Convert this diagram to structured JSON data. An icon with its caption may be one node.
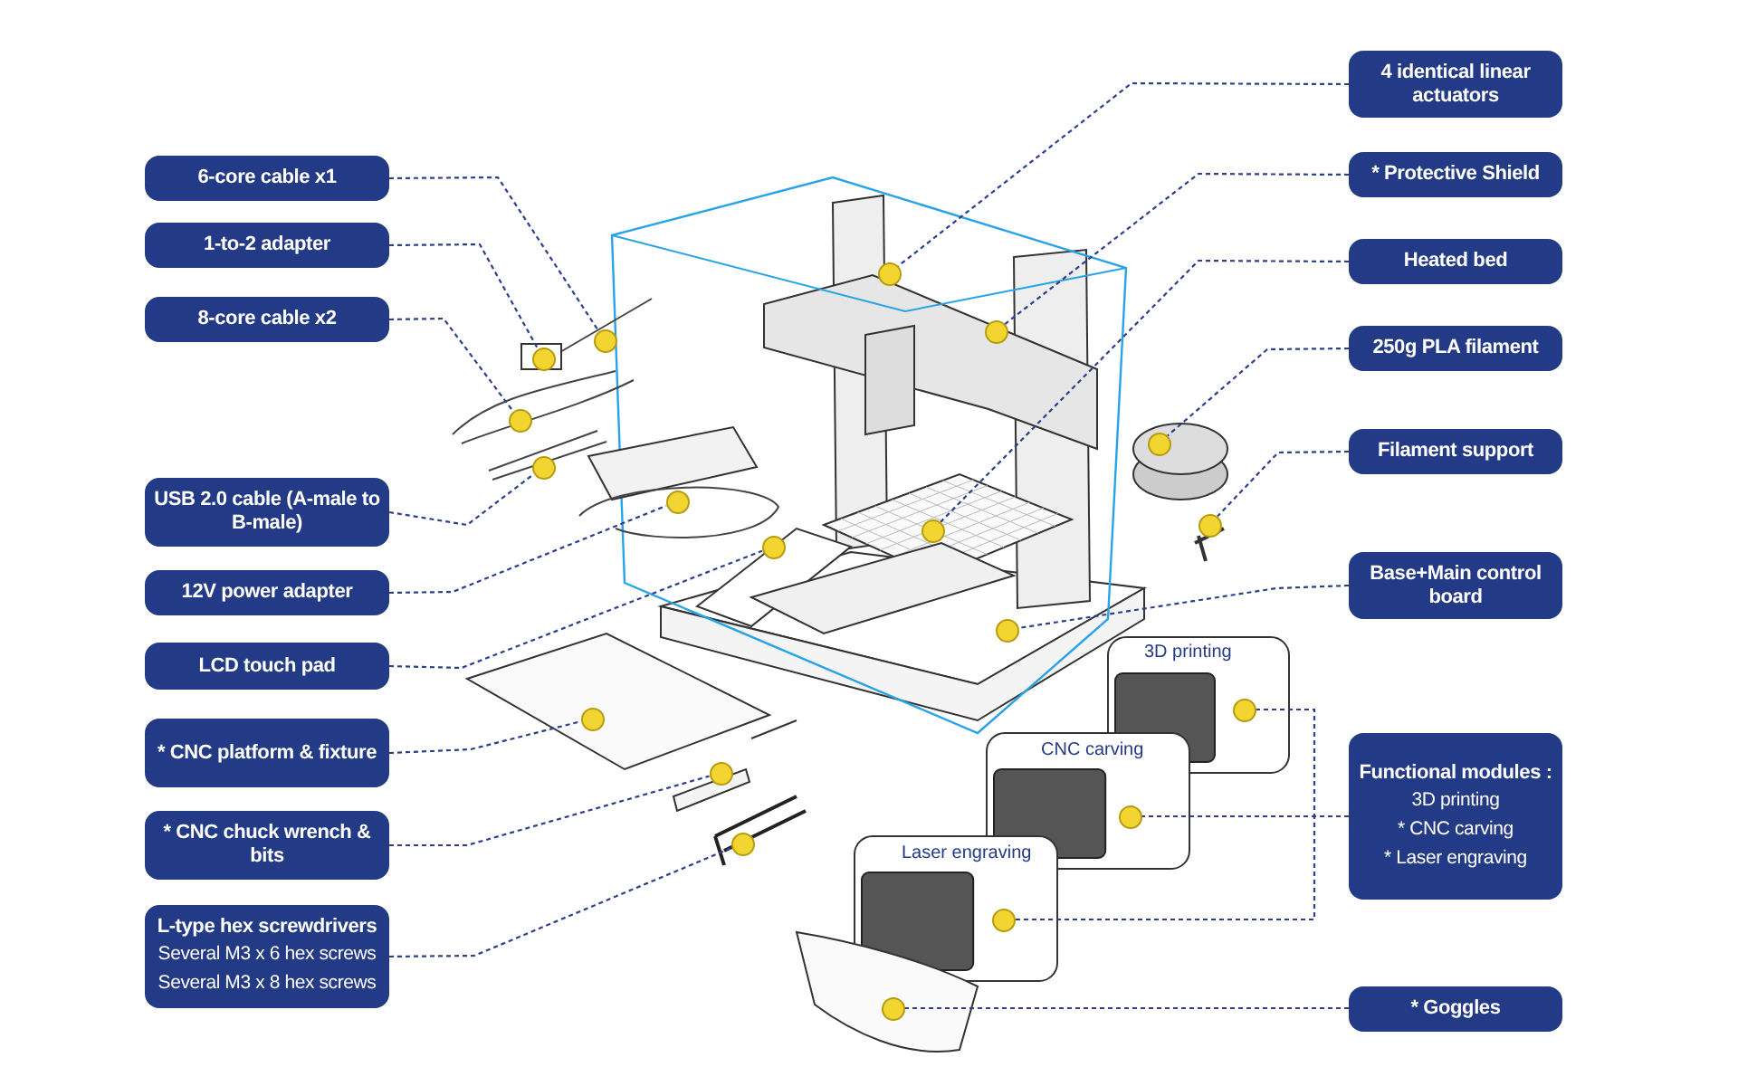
{
  "diagram": {
    "nodes": [
      {
        "text": [
          "6-core cable x1"
        ]
      },
      {
        "text": [
          "1-to-2 adapter"
        ]
      },
      {
        "text": [
          "8-core cable x2"
        ]
      },
      {
        "text": [
          "USB 2.0 cable (A-male to B-male)"
        ]
      },
      {
        "text": [
          "12V power adapter"
        ]
      },
      {
        "text": [
          "LCD touch pad"
        ]
      },
      {
        "text": [
          "* CNC platform & fixture"
        ]
      },
      {
        "text": [
          "* CNC chuck wrench & bits"
        ]
      },
      {
        "text": [
          "L-type hex screwdrivers",
          "Several M3 x 6 hex screws",
          "Several M3 x 8 hex screws"
        ]
      },
      {
        "text": [
          "4 identical linear actuators"
        ]
      },
      {
        "text": [
          "* Protective Shield"
        ]
      },
      {
        "text": [
          "Heated bed"
        ]
      },
      {
        "text": [
          "250g PLA filament"
        ]
      },
      {
        "text": [
          "Filament support"
        ]
      },
      {
        "text": [
          "Base+Main control board"
        ]
      },
      {
        "text": [
          "Functional modules :",
          "3D printing",
          "* CNC carving",
          "* Laser engraving"
        ]
      },
      {
        "text": [
          "* Goggles"
        ]
      },
      {
        "text": [],
        "shape": "circle"
      },
      {
        "text": [],
        "shape": "circle"
      },
      {
        "text": [],
        "shape": "circle"
      },
      {
        "text": [],
        "shape": "circle"
      },
      {
        "text": [],
        "shape": "circle"
      },
      {
        "text": [],
        "shape": "circle"
      },
      {
        "text": [],
        "shape": "circle"
      },
      {
        "text": [],
        "shape": "circle"
      },
      {
        "text": [],
        "shape": "circle"
      },
      {
        "text": [],
        "shape": "circle"
      },
      {
        "text": [],
        "shape": "circle"
      },
      {
        "text": [],
        "shape": "circle"
      },
      {
        "text": [],
        "shape": "circle"
      },
      {
        "text": [],
        "shape": "circle"
      },
      {
        "text": [],
        "shape": "circle"
      },
      {
        "text": [],
        "shape": "circle"
      },
      {
        "text": [],
        "shape": "circle"
      },
      {
        "text": [],
        "shape": "circle"
      },
      {
        "text": [],
        "shape": "circle"
      }
    ],
    "edges": [
      {
        "from": 0,
        "to": 17,
        "arrow": "none",
        "style": "dashed"
      },
      {
        "from": 1,
        "to": 18,
        "arrow": "none",
        "style": "dashed"
      },
      {
        "from": 2,
        "to": 19,
        "arrow": "none",
        "style": "dashed"
      },
      {
        "from": 3,
        "to": 20,
        "arrow": "none",
        "style": "dashed"
      },
      {
        "from": 4,
        "to": 21,
        "arrow": "none",
        "style": "dashed"
      },
      {
        "from": 5,
        "to": 22,
        "arrow": "none",
        "style": "dashed"
      },
      {
        "from": 6,
        "to": 23,
        "arrow": "none",
        "style": "dashed"
      },
      {
        "from": 7,
        "to": 24,
        "arrow": "none",
        "style": "dashed"
      },
      {
        "from": 8,
        "to": 25,
        "arrow": "none",
        "style": "dashed"
      },
      {
        "from": 9,
        "to": 26,
        "arrow": "none",
        "style": "dashed"
      },
      {
        "from": 10,
        "to": 27,
        "arrow": "none",
        "style": "dashed"
      },
      {
        "from": 11,
        "to": 28,
        "arrow": "none",
        "style": "dashed"
      },
      {
        "from": 12,
        "to": 29,
        "arrow": "none",
        "style": "dashed"
      },
      {
        "from": 13,
        "to": 30,
        "arrow": "none",
        "style": "dashed"
      },
      {
        "from": 14,
        "to": 31,
        "arrow": "none",
        "style": "dashed"
      },
      {
        "from": 15,
        "to": 32,
        "arrow": "none",
        "style": "dashed"
      },
      {
        "from": 15,
        "to": 33,
        "arrow": "none",
        "style": "dashed"
      },
      {
        "from": 15,
        "to": 34,
        "arrow": "none",
        "style": "dashed"
      },
      {
        "from": 16,
        "to": 35,
        "arrow": "none",
        "style": "dashed"
      }
    ],
    "labels": [
      "3D printing",
      "CNC carving",
      "Laser engraving"
    ]
  }
}
